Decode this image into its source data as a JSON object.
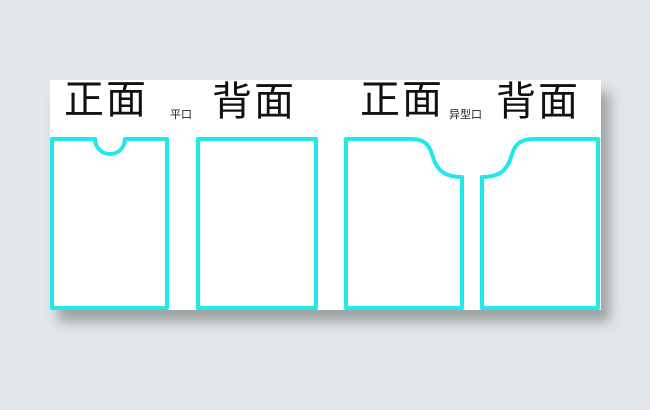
{
  "labels": {
    "front_1": "正面",
    "note_flat": "平口",
    "back_1": "背面",
    "front_2": "正面",
    "note_shaped": "异型口",
    "back_2": "背面"
  },
  "colors": {
    "background": "#e2e7e9",
    "board": "#ffffff",
    "outline": "#22e8ec",
    "text": "#111111"
  },
  "cards": [
    {
      "name": "flat-front-card",
      "style": "semicircle notch"
    },
    {
      "name": "flat-back-card",
      "style": "plain rectangle"
    },
    {
      "name": "shaped-front-card",
      "style": "curved top-right cutout"
    },
    {
      "name": "shaped-back-card",
      "style": "curved top-left cutout"
    }
  ]
}
